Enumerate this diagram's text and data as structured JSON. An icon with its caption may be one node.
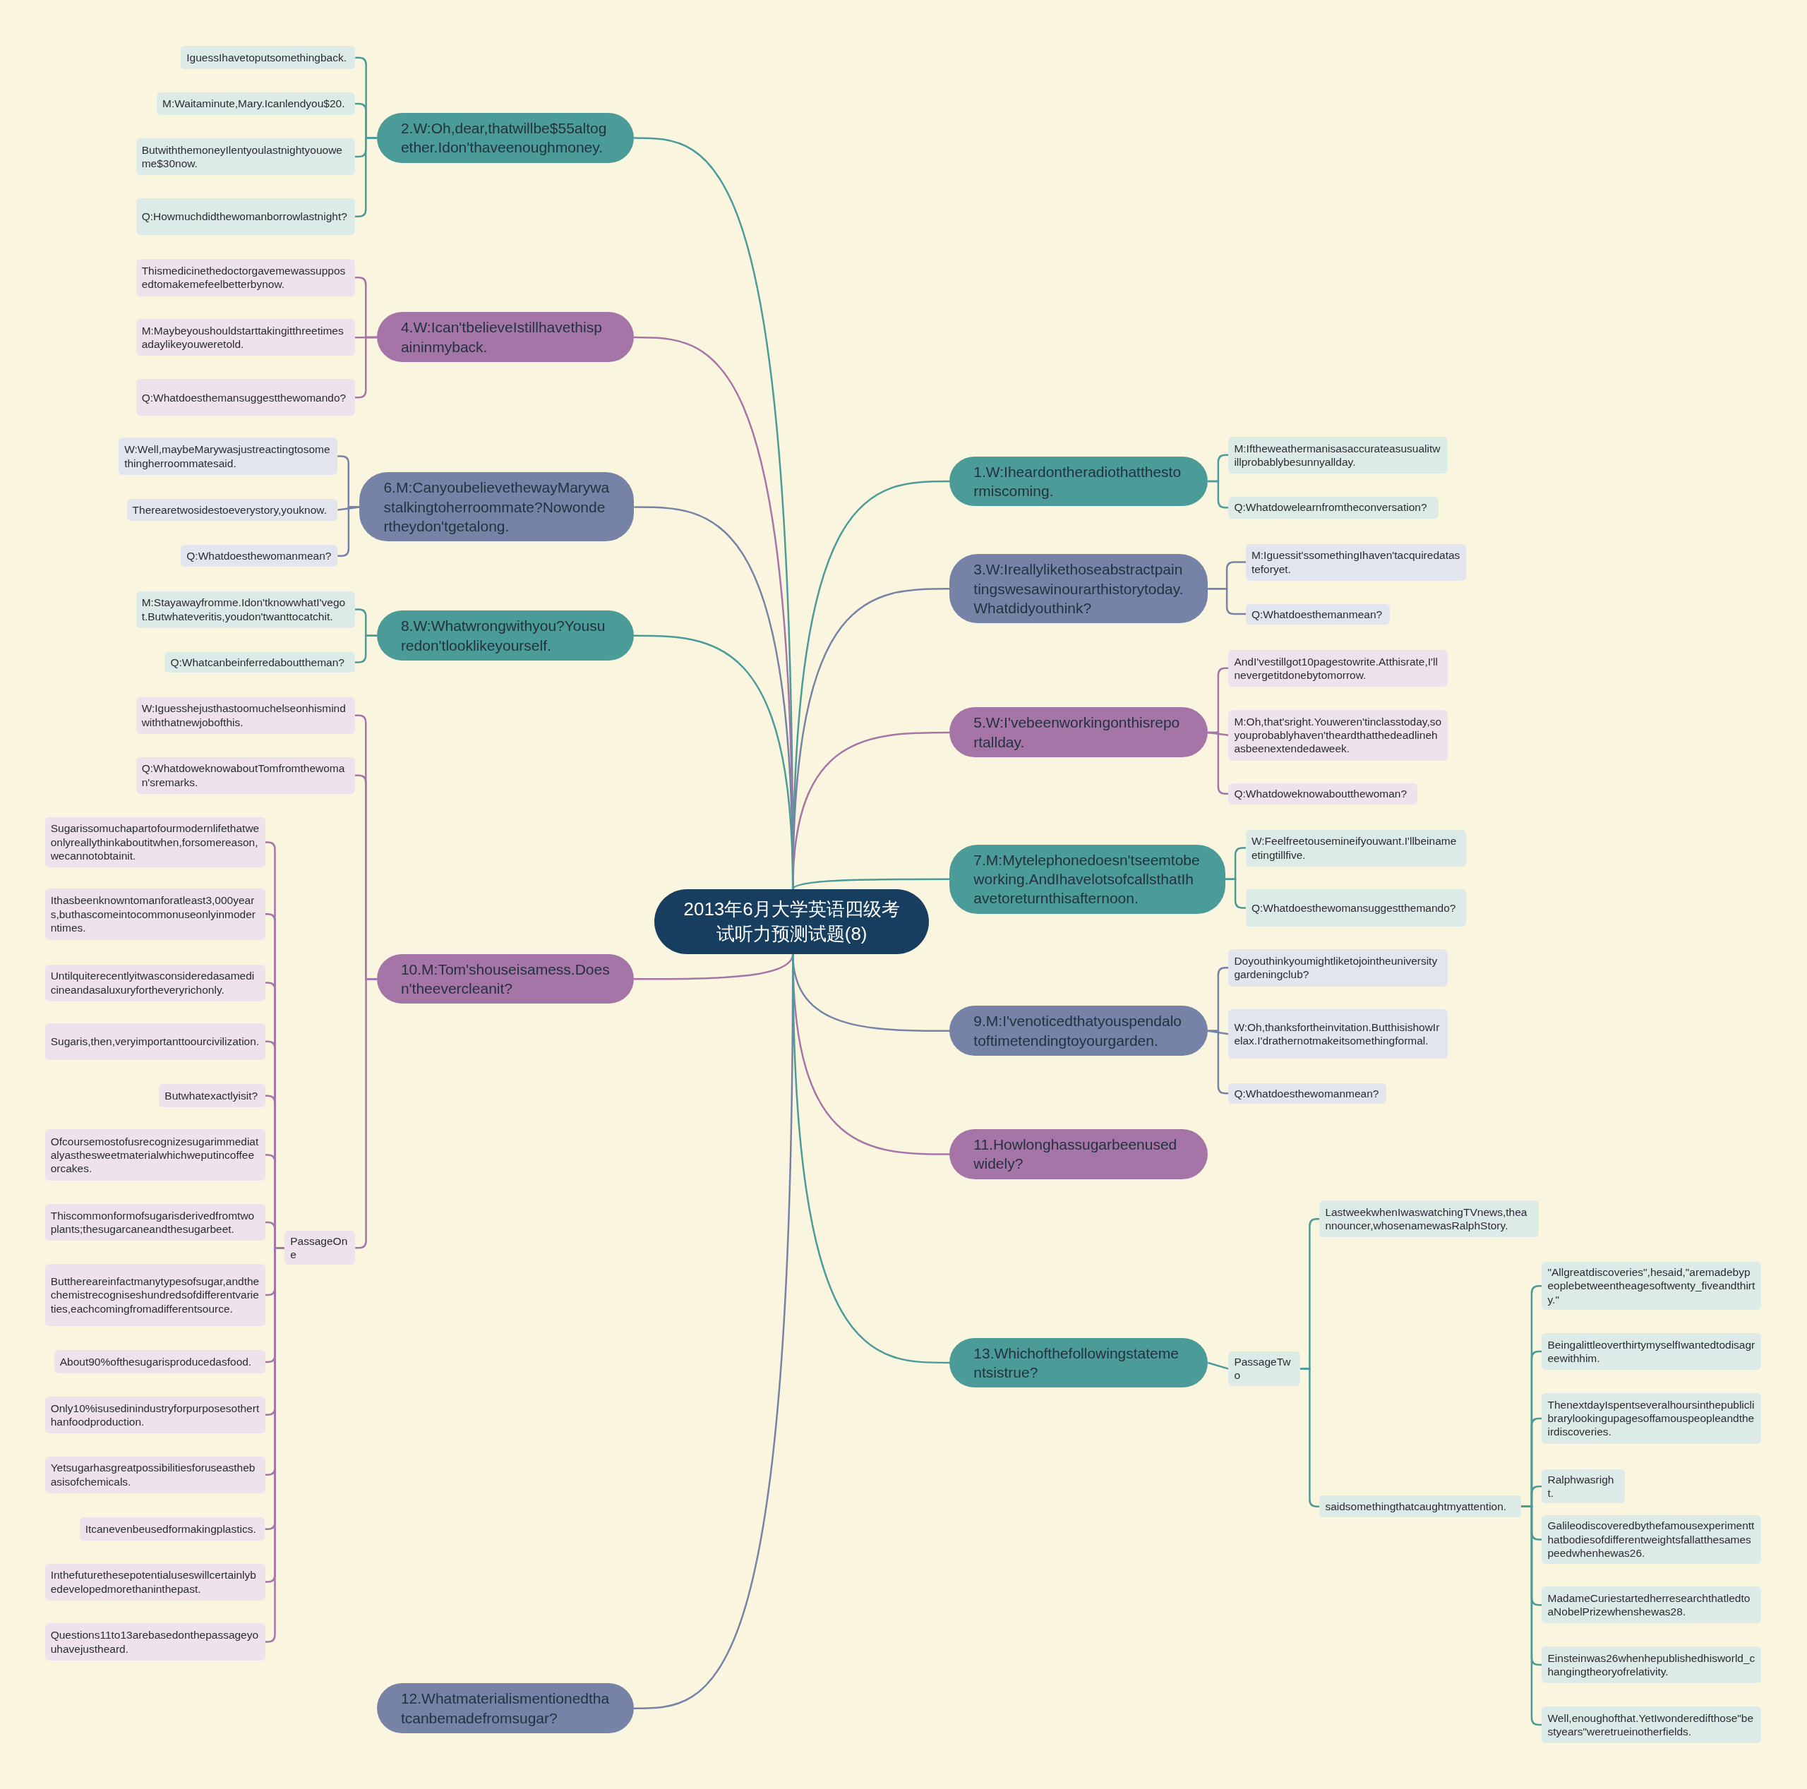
{
  "diagram": {
    "nodes": [
      {
        "text": [
          "2013年6月大学英语四级考试听力预测试题(8)"
        ]
      },
      {
        "text": [
          "1.W:Iheardontheradiothatthestormiscoming."
        ]
      },
      {
        "text": [
          "M:Iftheweathermanisasaccurateasusualitwillprobablybesunnyallday."
        ]
      },
      {
        "text": [
          "Q:Whatdowelearnfromtheconversation?"
        ]
      },
      {
        "text": [
          "2.W:Oh,dear,thatwillbe$55altogether.Idon'thaveenoughmoney."
        ]
      },
      {
        "text": [
          "IguessIhavetoputsomethingback."
        ]
      },
      {
        "text": [
          "M:Waitaminute,Mary.Icanlendyou$20."
        ]
      },
      {
        "text": [
          "ButwiththemoneyIlentyoulastnightyouoweme$30now."
        ]
      },
      {
        "text": [
          "Q:Howmuchdidthewomanborrowlastnight?"
        ]
      },
      {
        "text": [
          "3.W:Ireallylikethoseabstractpaintingswesawinourarthistorytoday.Whatdidyouthink?"
        ]
      },
      {
        "text": [
          "M:Iguessit'ssomethingIhaven'tacquiredatasteforyet."
        ]
      },
      {
        "text": [
          "Q:Whatdoesthemanmean?"
        ]
      },
      {
        "text": [
          "4.W:Ican'tbelieveIstillhavethispaininmyback."
        ]
      },
      {
        "text": [
          "Thismedicinethedoctorgavemewassupposedtomakemefeelbetterbynow."
        ]
      },
      {
        "text": [
          "M:Maybeyoushouldstarttakingitthreetimesadaylikeyouweretold."
        ]
      },
      {
        "text": [
          "Q:Whatdoesthemansuggestthewomando?"
        ]
      },
      {
        "text": [
          "5.W:I'vebeenworkingonthisreportallday."
        ]
      },
      {
        "text": [
          "AndI'vestillgot10pagestowrite.Atthisrate,I'llnevergetitdonebytomorrow."
        ]
      },
      {
        "text": [
          "M:Oh,that'sright.Youweren'tinclasstoday,soyouprobablyhaven'theardthatthedeadlinehasbeenextendedaweek."
        ]
      },
      {
        "text": [
          "Q:Whatdoweknowaboutthewoman?"
        ]
      },
      {
        "text": [
          "6.M:CanyoubelievethewayMarywastalkingtoherroommate?Nowondertheydon'tgetalong."
        ]
      },
      {
        "text": [
          "W:Well,maybeMarywasjustreactingtosomethingherroommatesaid."
        ]
      },
      {
        "text": [
          "Therearetwosidestoeverystory,youknow."
        ]
      },
      {
        "text": [
          "Q:Whatdoesthewomanmean?"
        ]
      },
      {
        "text": [
          "7.M:Mytelephonedoesn'tseemtobeworking.AndIhavelotsofcallsthatIhavetoreturnthisafternoon."
        ]
      },
      {
        "text": [
          "W:Feelfreetousemineifyouwant.I'llbeinameetingtillfive."
        ]
      },
      {
        "text": [
          "Q:Whatdoesthewomansuggestthemando?"
        ]
      },
      {
        "text": [
          "8.W:Whatwrongwithyou?Yousuredon'tlooklikeyourself."
        ]
      },
      {
        "text": [
          "M:Stayawayfromme.Idon'tknowwhatI'vegot.Butwhateveritis,youdon'twanttocatchit."
        ]
      },
      {
        "text": [
          "Q:Whatcanbeinferredabouttheman?"
        ]
      },
      {
        "text": [
          "9.M:I'venoticedthatyouspendalotoftimetendingtoyourgarden."
        ]
      },
      {
        "text": [
          "Doyouthinkyoumightliketojointheuniversitygardeningclub?"
        ]
      },
      {
        "text": [
          "W:Oh,thanksfortheinvitation.ButthisishowIrelax.I'drathernotmakeitsomethingformal."
        ]
      },
      {
        "text": [
          "Q:Whatdoesthewomanmean?"
        ]
      },
      {
        "text": [
          "10.M:Tom'shouseisamess.Doesn'theevercleanit?"
        ]
      },
      {
        "text": [
          "W:Iguesshejusthastoomuchelseonhismindwiththatnewjobofthis."
        ]
      },
      {
        "text": [
          "Q:WhatdoweknowaboutTomfromthewoman'sremarks."
        ]
      },
      {
        "text": [
          "PassageOne"
        ]
      },
      {
        "text": [
          "Sugarissomuchapartofourmodernlifethatweonlyreallythinkaboutitwhen,forsomereason,wecannotobtainit."
        ]
      },
      {
        "text": [
          "Ithasbeenknowntomanforatleast3,000years,buthascomeintocommonuseonlyinmoderntimes."
        ]
      },
      {
        "text": [
          "Untilquiterecentlyitwasconsideredasamedicineandasaluxuryfortheveryrichonly."
        ]
      },
      {
        "text": [
          "Sugaris,then,veryimportanttoourcivilization."
        ]
      },
      {
        "text": [
          "Butwhatexactlyisit?"
        ]
      },
      {
        "text": [
          "Ofcoursemostofusrecognizesugarimmediatalyasthesweetmaterialwhichweputincoffeeorcakes."
        ]
      },
      {
        "text": [
          "Thiscommonformofsugarisderivedfromtwoplants;thesugarcaneandthesugarbeet."
        ]
      },
      {
        "text": [
          "Butthereareinfactmanytypesofsugar,andthechemistrecogniseshundredsofdifferentvarieties,eachcomingfromadifferentsource."
        ]
      },
      {
        "text": [
          "About90%ofthesugarisproducedasfood."
        ]
      },
      {
        "text": [
          "Only10%isusedinindustryforpurposesotherthanfoodproduction."
        ]
      },
      {
        "text": [
          "Yetsugarhasgreatpossibilitiesforuseasthebasisofchemicals."
        ]
      },
      {
        "text": [
          "Itcanevenbeusedformakingplastics."
        ]
      },
      {
        "text": [
          "Inthefuturethesepotentialuseswillcertainlybedevelopedmorethaninthepast."
        ]
      },
      {
        "text": [
          "Questions11to13arebasedonthepassageyouhavejustheard."
        ]
      },
      {
        "text": [
          "11.Howlonghassugarbeenusedwidely?"
        ]
      },
      {
        "text": [
          "12.Whatmaterialismentionedthatcanbemadefromsugar?"
        ]
      },
      {
        "text": [
          "13.Whichofthefollowingstatementsistrue?"
        ]
      },
      {
        "text": [
          "PassageTwo"
        ]
      },
      {
        "text": [
          "LastweekwhenIwaswatchingTVnews,theannouncer,whosenamewasRalphStory."
        ]
      },
      {
        "text": [
          "saidsomethingthatcaughtmyattention."
        ]
      },
      {
        "text": [
          "\"Allgreatdiscoveries\",hesaid,\"aremadebypeoplebetweentheagesoftwenty_fiveandthirty.\""
        ]
      },
      {
        "text": [
          "BeingalittleoverthirtymyselfIwantedtodisagreewithhim."
        ]
      },
      {
        "text": [
          "ThenextdayIspentseveralhoursinthepubliclibrarylookingupagesoffamouspeopleandtheirdiscoveries."
        ]
      },
      {
        "text": [
          "Ralphwasright."
        ]
      },
      {
        "text": [
          "Galileodiscoveredbythefamousexperimentthatbodiesofdifferentweightsfallatthesamespeedwhenhewas26."
        ]
      },
      {
        "text": [
          "MadameCuriestartedherresearchthatledtoaNobelPrizewhenshewas28."
        ]
      },
      {
        "text": [
          "Einsteinwas26whenhepublishedhisworld_changingtheoryofrelativity."
        ]
      },
      {
        "text": [
          "Well,enoughofthat.YetIwonderedifthose\"bestyears\"weretrueinotherfields."
        ]
      }
    ],
    "edges": [
      {
        "from": 0,
        "to": 1,
        "arrow": "none",
        "color": "#4b9b98"
      },
      {
        "from": 1,
        "to": 2,
        "arrow": "none",
        "color": "#4b9b98"
      },
      {
        "from": 1,
        "to": 3,
        "arrow": "none",
        "color": "#4b9b98"
      },
      {
        "from": 0,
        "to": 4,
        "arrow": "none",
        "color": "#4b9b98"
      },
      {
        "from": 4,
        "to": 5,
        "arrow": "none",
        "color": "#4b9b98"
      },
      {
        "from": 4,
        "to": 6,
        "arrow": "none",
        "color": "#4b9b98"
      },
      {
        "from": 4,
        "to": 7,
        "arrow": "none",
        "color": "#4b9b98"
      },
      {
        "from": 4,
        "to": 8,
        "arrow": "none",
        "color": "#4b9b98"
      },
      {
        "from": 0,
        "to": 9,
        "arrow": "none",
        "color": "#7683a6"
      },
      {
        "from": 9,
        "to": 10,
        "arrow": "none",
        "color": "#7683a6"
      },
      {
        "from": 9,
        "to": 11,
        "arrow": "none",
        "color": "#7683a6"
      },
      {
        "from": 0,
        "to": 12,
        "arrow": "none",
        "color": "#a675a8"
      },
      {
        "from": 12,
        "to": 13,
        "arrow": "none",
        "color": "#a675a8"
      },
      {
        "from": 12,
        "to": 14,
        "arrow": "none",
        "color": "#a675a8"
      },
      {
        "from": 12,
        "to": 15,
        "arrow": "none",
        "color": "#a675a8"
      },
      {
        "from": 0,
        "to": 16,
        "arrow": "none",
        "color": "#a675a8"
      },
      {
        "from": 16,
        "to": 17,
        "arrow": "none",
        "color": "#a675a8"
      },
      {
        "from": 16,
        "to": 18,
        "arrow": "none",
        "color": "#a675a8"
      },
      {
        "from": 16,
        "to": 19,
        "arrow": "none",
        "color": "#a675a8"
      },
      {
        "from": 0,
        "to": 20,
        "arrow": "none",
        "color": "#7683a6"
      },
      {
        "from": 20,
        "to": 21,
        "arrow": "none",
        "color": "#7683a6"
      },
      {
        "from": 20,
        "to": 22,
        "arrow": "none",
        "color": "#7683a6"
      },
      {
        "from": 20,
        "to": 23,
        "arrow": "none",
        "color": "#7683a6"
      },
      {
        "from": 0,
        "to": 24,
        "arrow": "none",
        "color": "#4b9b98"
      },
      {
        "from": 24,
        "to": 25,
        "arrow": "none",
        "color": "#4b9b98"
      },
      {
        "from": 24,
        "to": 26,
        "arrow": "none",
        "color": "#4b9b98"
      },
      {
        "from": 0,
        "to": 27,
        "arrow": "none",
        "color": "#4b9b98"
      },
      {
        "from": 27,
        "to": 28,
        "arrow": "none",
        "color": "#4b9b98"
      },
      {
        "from": 27,
        "to": 29,
        "arrow": "none",
        "color": "#4b9b98"
      },
      {
        "from": 0,
        "to": 30,
        "arrow": "none",
        "color": "#7683a6"
      },
      {
        "from": 30,
        "to": 31,
        "arrow": "none",
        "color": "#7683a6"
      },
      {
        "from": 30,
        "to": 32,
        "arrow": "none",
        "color": "#7683a6"
      },
      {
        "from": 30,
        "to": 33,
        "arrow": "none",
        "color": "#7683a6"
      },
      {
        "from": 0,
        "to": 34,
        "arrow": "none",
        "color": "#a675a8"
      },
      {
        "from": 34,
        "to": 35,
        "arrow": "none",
        "color": "#a675a8"
      },
      {
        "from": 34,
        "to": 36,
        "arrow": "none",
        "color": "#a675a8"
      },
      {
        "from": 34,
        "to": 37,
        "arrow": "none",
        "color": "#a675a8"
      },
      {
        "from": 37,
        "to": 38,
        "arrow": "none",
        "color": "#a675a8"
      },
      {
        "from": 37,
        "to": 39,
        "arrow": "none",
        "color": "#a675a8"
      },
      {
        "from": 37,
        "to": 40,
        "arrow": "none",
        "color": "#a675a8"
      },
      {
        "from": 37,
        "to": 41,
        "arrow": "none",
        "color": "#a675a8"
      },
      {
        "from": 37,
        "to": 42,
        "arrow": "none",
        "color": "#a675a8"
      },
      {
        "from": 37,
        "to": 43,
        "arrow": "none",
        "color": "#a675a8"
      },
      {
        "from": 37,
        "to": 44,
        "arrow": "none",
        "color": "#a675a8"
      },
      {
        "from": 37,
        "to": 45,
        "arrow": "none",
        "color": "#a675a8"
      },
      {
        "from": 37,
        "to": 46,
        "arrow": "none",
        "color": "#a675a8"
      },
      {
        "from": 37,
        "to": 47,
        "arrow": "none",
        "color": "#a675a8"
      },
      {
        "from": 37,
        "to": 48,
        "arrow": "none",
        "color": "#a675a8"
      },
      {
        "from": 37,
        "to": 49,
        "arrow": "none",
        "color": "#a675a8"
      },
      {
        "from": 37,
        "to": 50,
        "arrow": "none",
        "color": "#a675a8"
      },
      {
        "from": 37,
        "to": 51,
        "arrow": "none",
        "color": "#a675a8"
      },
      {
        "from": 0,
        "to": 52,
        "arrow": "none",
        "color": "#a675a8"
      },
      {
        "from": 0,
        "to": 53,
        "arrow": "none",
        "color": "#7683a6"
      },
      {
        "from": 0,
        "to": 54,
        "arrow": "none",
        "color": "#4b9b98"
      },
      {
        "from": 54,
        "to": 55,
        "arrow": "none",
        "color": "#4b9b98"
      },
      {
        "from": 55,
        "to": 56,
        "arrow": "none",
        "color": "#4b9b98"
      },
      {
        "from": 55,
        "to": 57,
        "arrow": "none",
        "color": "#4b9b98"
      },
      {
        "from": 57,
        "to": 58,
        "arrow": "none",
        "color": "#4b9b98"
      },
      {
        "from": 57,
        "to": 59,
        "arrow": "none",
        "color": "#4b9b98"
      },
      {
        "from": 57,
        "to": 60,
        "arrow": "none",
        "color": "#4b9b98"
      },
      {
        "from": 57,
        "to": 61,
        "arrow": "none",
        "color": "#4b9b98"
      },
      {
        "from": 57,
        "to": 62,
        "arrow": "none",
        "color": "#4b9b98"
      },
      {
        "from": 57,
        "to": 63,
        "arrow": "none",
        "color": "#4b9b98"
      },
      {
        "from": 57,
        "to": 64,
        "arrow": "none",
        "color": "#4b9b98"
      },
      {
        "from": 57,
        "to": 65,
        "arrow": "none",
        "color": "#4b9b98"
      }
    ]
  }
}
